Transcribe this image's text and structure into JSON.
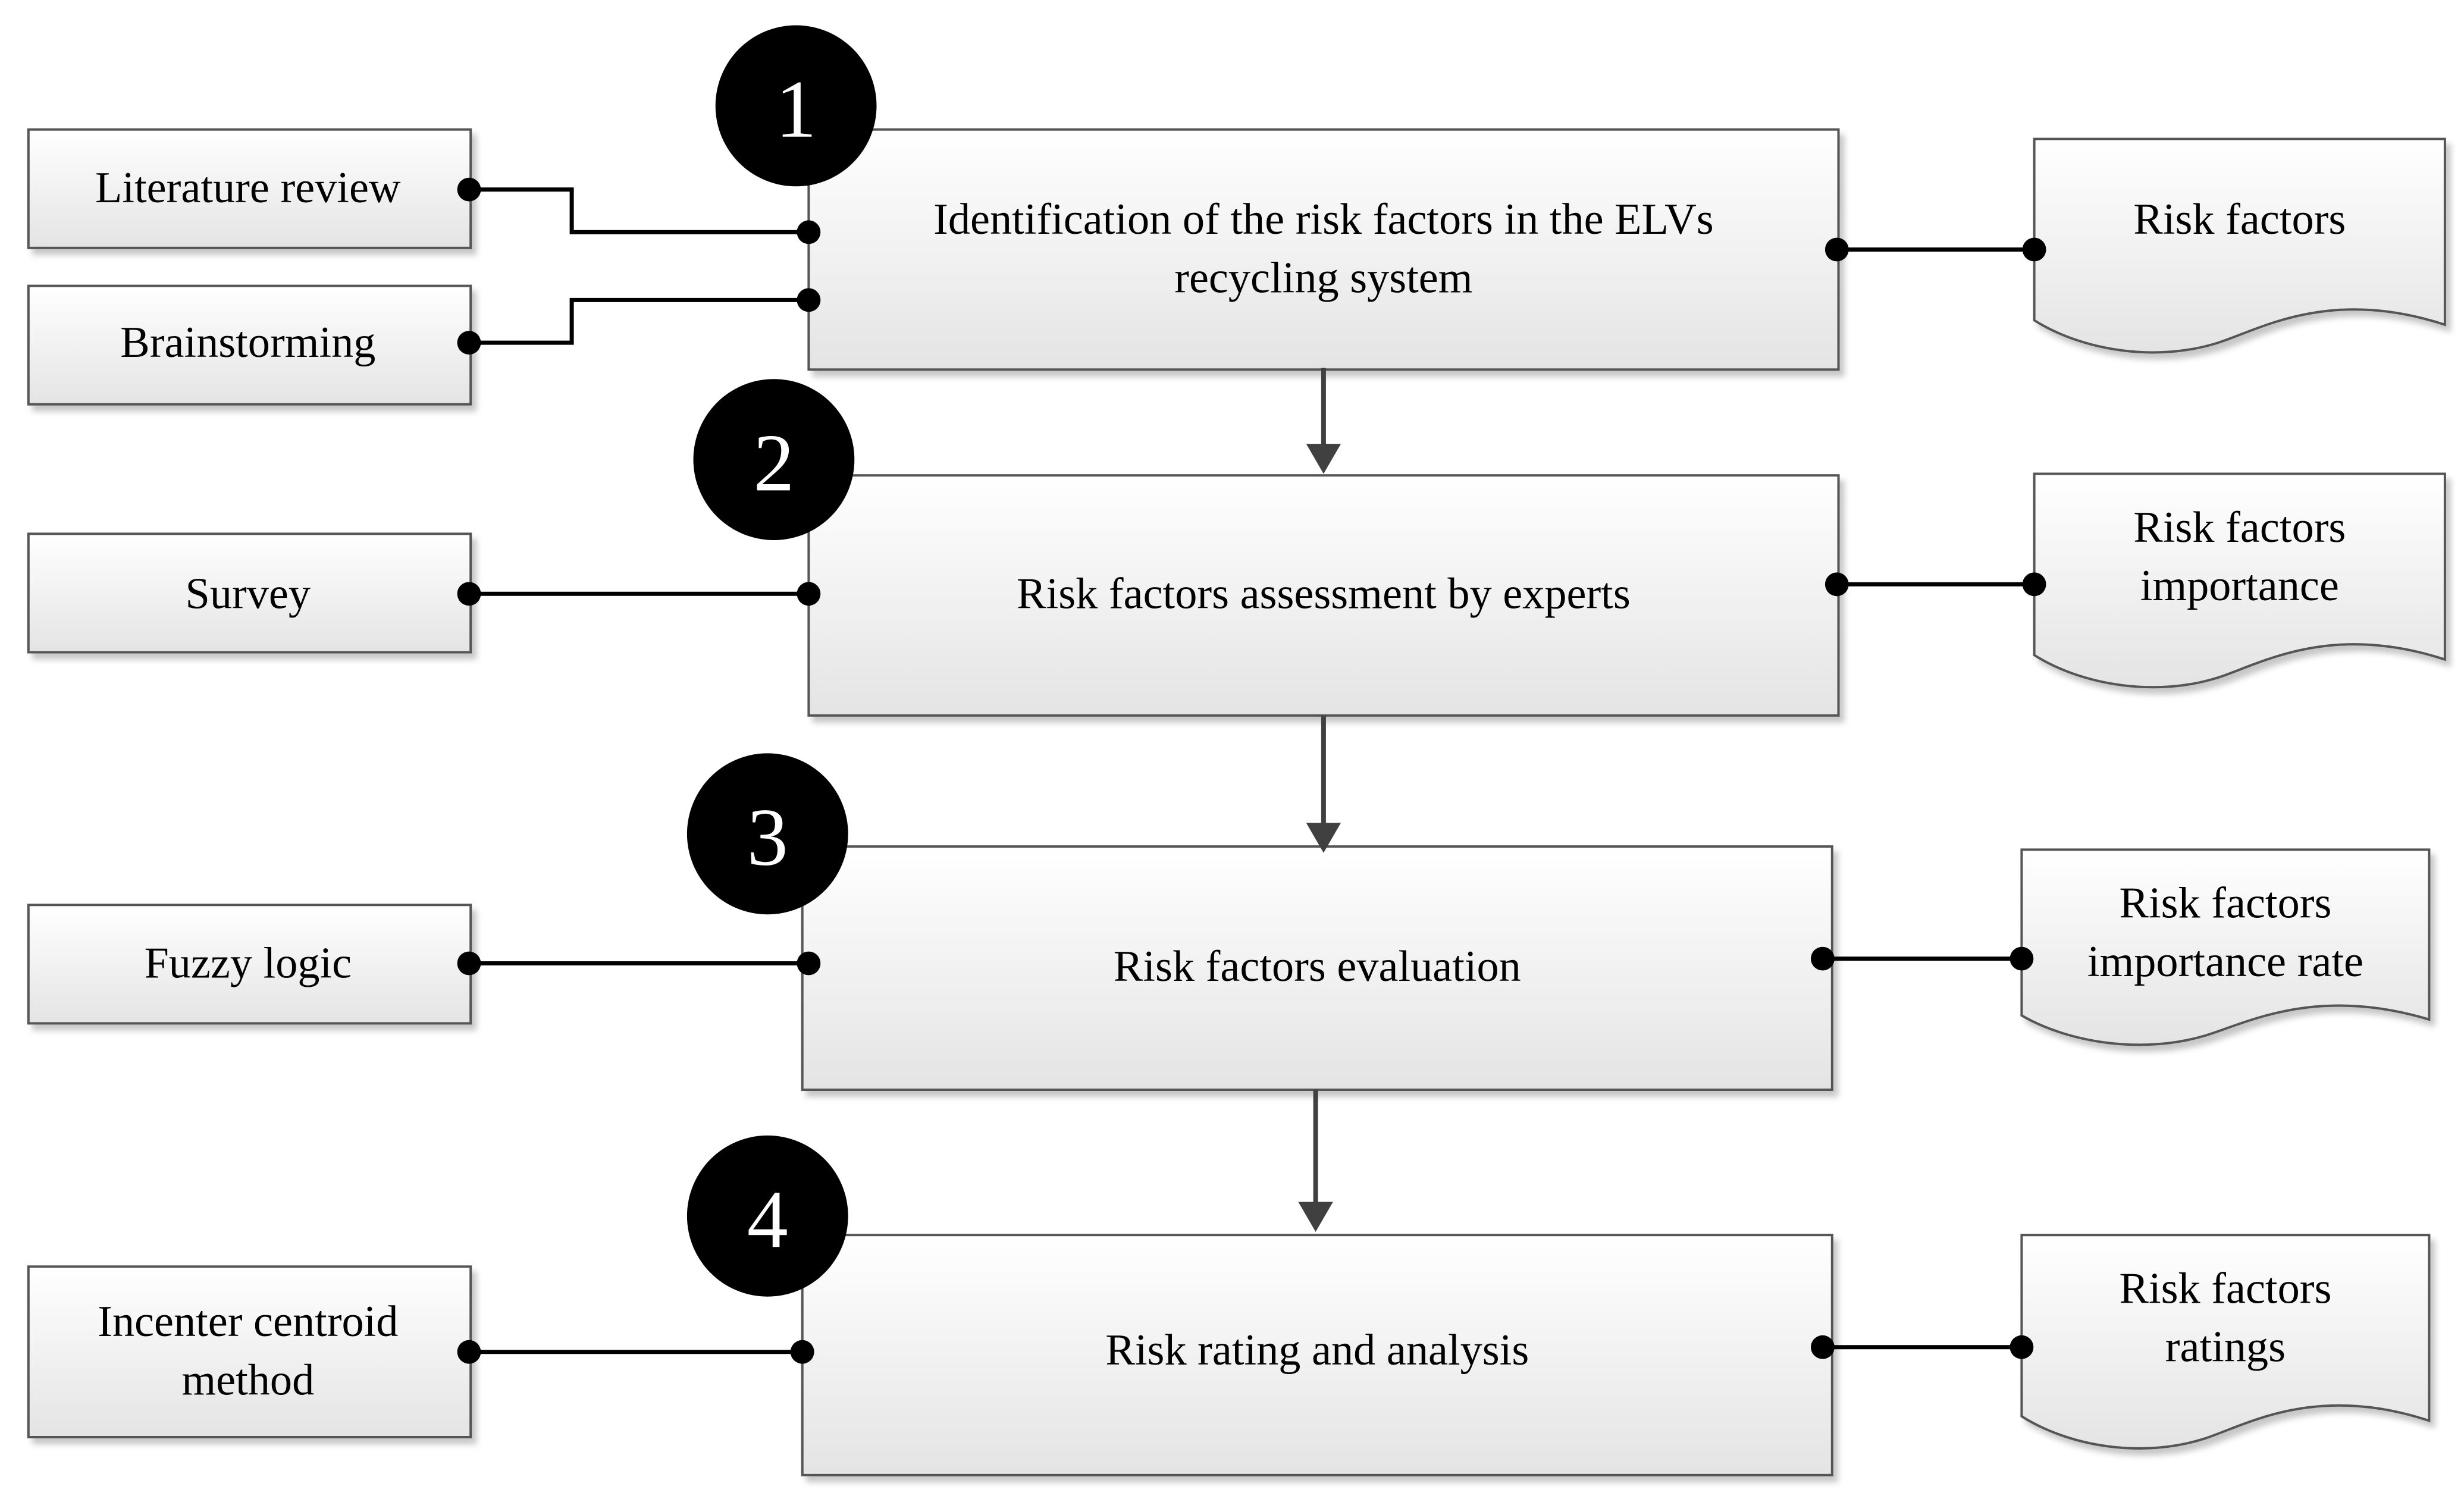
{
  "steps": [
    {
      "number": "1",
      "lines": [
        "Identification of the risk factors in the  ELVs",
        "recycling system"
      ]
    },
    {
      "number": "2",
      "lines": [
        "Risk factors assessment by experts"
      ]
    },
    {
      "number": "3",
      "lines": [
        "Risk factors evaluation"
      ]
    },
    {
      "number": "4",
      "lines": [
        "Risk rating and analysis"
      ]
    }
  ],
  "inputs": [
    {
      "lines": [
        "Literature review"
      ]
    },
    {
      "lines": [
        "Brainstorming"
      ]
    },
    {
      "lines": [
        "Survey"
      ]
    },
    {
      "lines": [
        "Fuzzy logic"
      ]
    },
    {
      "lines": [
        "Incenter centroid",
        "method"
      ]
    }
  ],
  "outputs": [
    {
      "lines": [
        "Risk factors"
      ]
    },
    {
      "lines": [
        "Risk factors",
        "importance"
      ]
    },
    {
      "lines": [
        "Risk factors",
        "importance rate"
      ]
    },
    {
      "lines": [
        "Risk factors",
        "ratings"
      ]
    }
  ],
  "colors": {
    "box_fill_top": "#ffffff",
    "box_fill_bottom": "#e4e4e4",
    "box_stroke": "#555555",
    "connector": "#000000",
    "arrow": "#404040",
    "badge": "#000000"
  }
}
